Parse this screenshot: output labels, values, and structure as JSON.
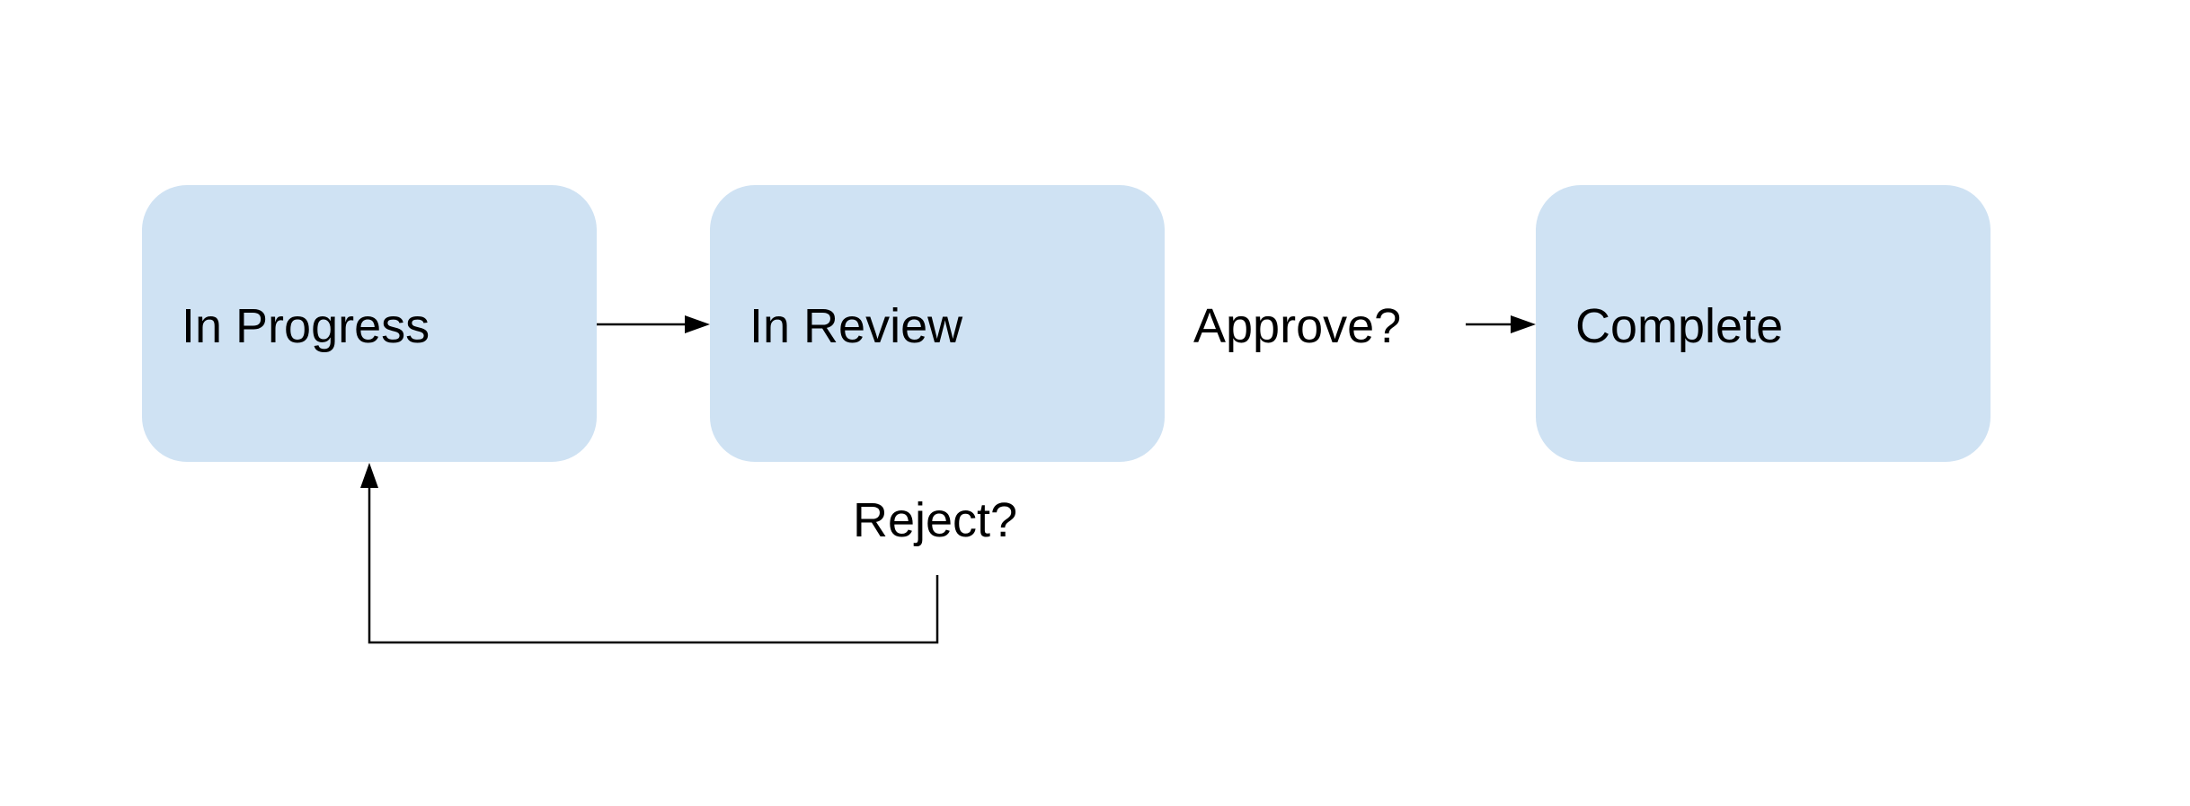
{
  "diagram": {
    "colors": {
      "node_fill": "#cfe2f3",
      "line": "#000000",
      "text": "#000000",
      "background": "#ffffff"
    },
    "nodes": {
      "in_progress": {
        "label": "In Progress"
      },
      "in_review": {
        "label": "In Review"
      },
      "complete": {
        "label": "Complete"
      }
    },
    "edges": {
      "approve": {
        "label": "Approve?",
        "from": "In Review",
        "to": "Complete"
      },
      "reject": {
        "label": "Reject?",
        "from": "In Review",
        "to": "In Progress"
      },
      "submit": {
        "from": "In Progress",
        "to": "In Review"
      }
    }
  }
}
